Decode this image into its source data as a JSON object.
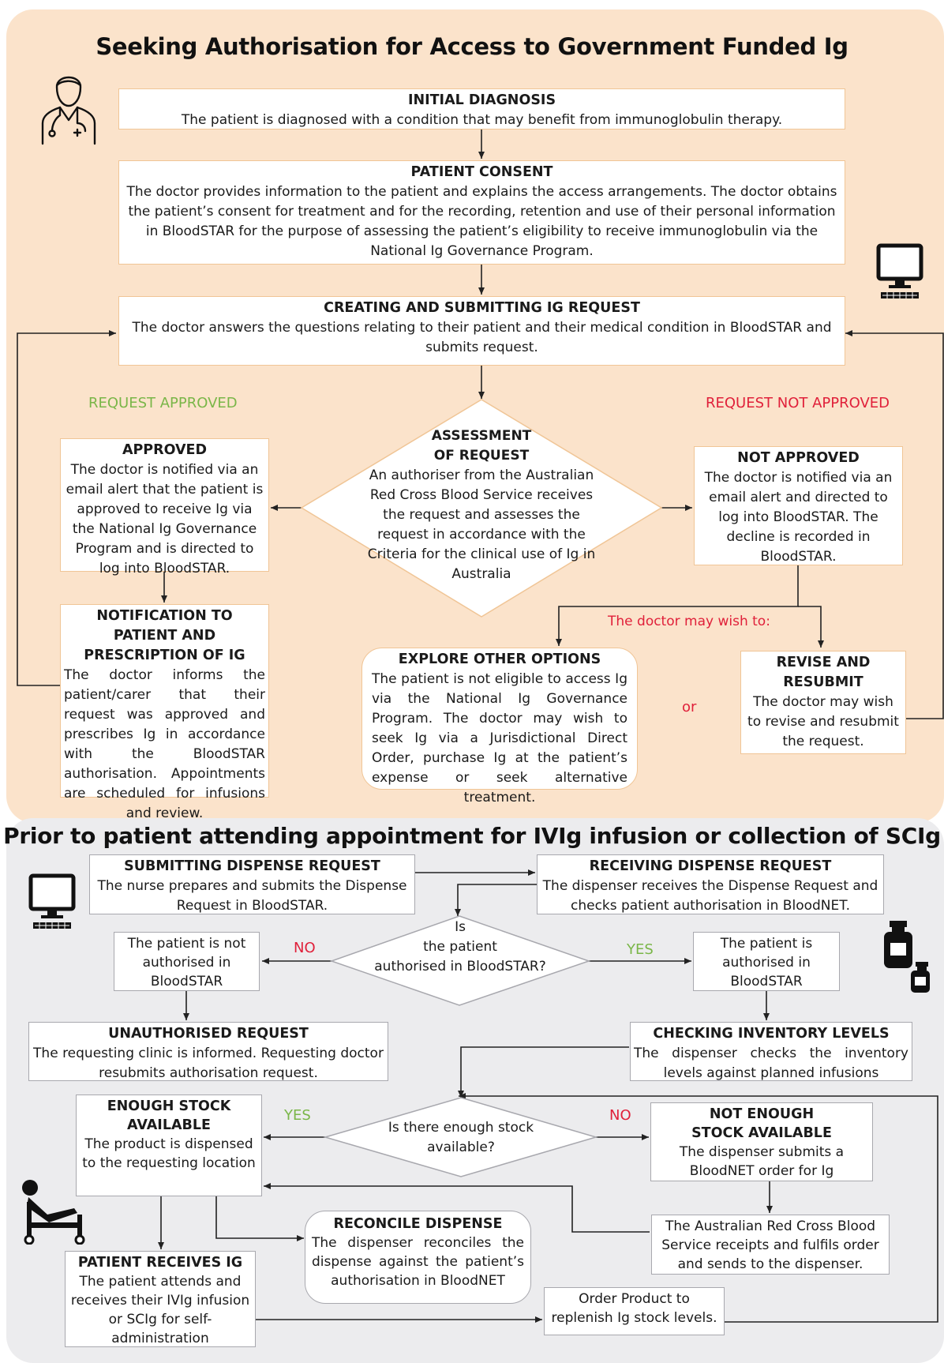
{
  "top": {
    "title": "Seeking Authorisation for Access to Government Funded Ig",
    "initial": {
      "heading": "INITIAL DIAGNOSIS",
      "body": "The patient is diagnosed with a condition that may benefit from immunoglobulin therapy."
    },
    "consent": {
      "heading": "PATIENT CONSENT",
      "body": "The doctor provides information to the patient and explains the access arrangements. The doctor obtains the patient’s consent for treatment and for the recording, retention and use of their personal information in BloodSTAR for the purpose of assessing the patient’s eligibility to receive immunoglobulin via the National Ig Governance Program."
    },
    "creating": {
      "heading": "CREATING AND SUBMITTING IG REQUEST",
      "body": "The doctor answers the questions relating to their patient and their medical condition in BloodSTAR and submits request."
    },
    "label_approved": "REQUEST APPROVED",
    "label_not_approved": "REQUEST NOT APPROVED",
    "assessment": {
      "heading1": "ASSESSMENT",
      "heading2": "OF REQUEST",
      "body": "An authoriser from the Australian Red Cross Blood Service receives the request and assesses the request in accordance with the Criteria for the clinical use of Ig in Australia"
    },
    "approved": {
      "heading": "APPROVED",
      "body": "The doctor is notified via an email alert that the patient is approved to receive Ig via the National Ig Governance Program and is directed to log into BloodSTAR."
    },
    "not_approved": {
      "heading": "NOT APPROVED",
      "body": "The doctor is notified via an email alert and directed to log into BloodSTAR. The decline is recorded in BloodSTAR."
    },
    "may_wish": "The doctor may wish to:",
    "notification": {
      "heading": "NOTIFICATION TO PATIENT AND PRESCRIPTION OF IG",
      "body": "The doctor informs the patient/carer that their request was approved and prescribes Ig in accordance with the BloodSTAR authorisation. Appointments are scheduled for infusions and review."
    },
    "explore": {
      "heading": "EXPLORE OTHER OPTIONS",
      "body": "The patient is not eligible to access Ig via the National Ig Governance Program. The doctor may wish to seek Ig via a Jurisdictional Direct Order, purchase Ig at the patient’s expense or seek alternative treatment."
    },
    "or": "or",
    "revise": {
      "heading": "REVISE AND RESUBMIT",
      "body": "The doctor may wish to revise and resubmit the request."
    }
  },
  "bottom": {
    "title": "Prior to patient attending appointment for IVIg infusion or collection of SCIg",
    "submitting": {
      "heading": "SUBMITTING DISPENSE REQUEST",
      "body": "The nurse prepares and submits the Dispense Request in BloodSTAR."
    },
    "receiving": {
      "heading": "RECEIVING DISPENSE REQUEST",
      "body": "The dispenser receives the Dispense Request and checks patient authorisation in BloodNET."
    },
    "decision1": {
      "line1": "Is",
      "line2": "the patient",
      "line3": "authorised in BloodSTAR?"
    },
    "no": "NO",
    "yes": "YES",
    "not_authorised": "The patient is not authorised in BloodSTAR",
    "authorised": "The patient is authorised in BloodSTAR",
    "unauthorised": {
      "heading": "UNAUTHORISED REQUEST",
      "body": "The requesting clinic is informed. Requesting doctor resubmits authorisation request."
    },
    "checking": {
      "heading": "CHECKING INVENTORY LEVELS",
      "body": "The dispenser checks the inventory levels against planned infusions"
    },
    "decision2": {
      "line1": "Is there enough stock",
      "line2": "available?"
    },
    "enough": {
      "heading": "ENOUGH STOCK AVAILABLE",
      "body": "The product is dispensed to the requesting location"
    },
    "not_enough": {
      "heading": "NOT ENOUGH STOCK AVAILABLE",
      "body": "The dispenser submits a BloodNET order for Ig"
    },
    "arcbs": "The Australian Red Cross Blood Service receipts and fulfils order and sends to the dispenser.",
    "reconcile": {
      "heading": "RECONCILE DISPENSE",
      "body": "The dispenser reconciles the dispense against the patient’s authorisation in BloodNET"
    },
    "receives": {
      "heading": "PATIENT RECEIVES IG",
      "body": "The patient attends and receives their IVIg infusion or SCIg for self-administration"
    },
    "order": "Order Product to replenish Ig stock levels."
  },
  "icons": [
    "doctor-icon",
    "computer-icon",
    "computer-icon",
    "medicine-bottle-icon",
    "patient-bed-icon"
  ],
  "colors": {
    "top_panel": "#fbe3cb",
    "bottom_panel": "#ececee",
    "approved": "#7ab648",
    "not_approved": "#e0203a",
    "box_border": "#f0c596"
  }
}
